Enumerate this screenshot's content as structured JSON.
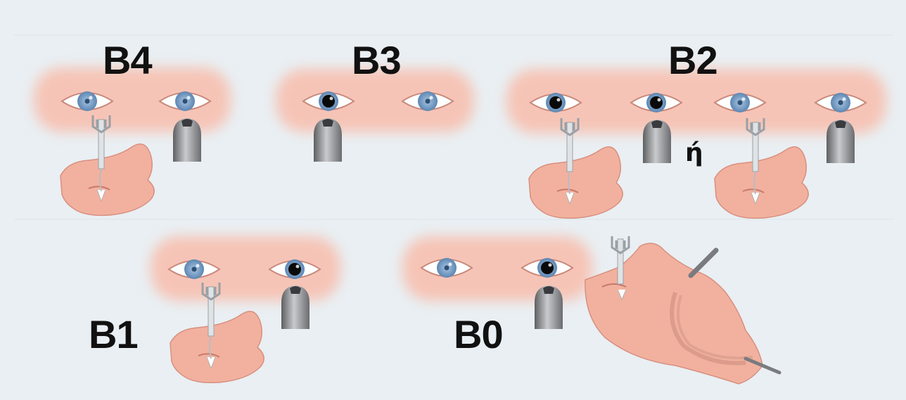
{
  "colors": {
    "background": "#e9eff3",
    "face_band": "#f6c4b6",
    "skin": "#f2b19f",
    "iris": "#7ea5cc",
    "pupil_small": "#2f4f73",
    "pupil_dilated": "#0a0a0a",
    "probe": "#8e8f92"
  },
  "panels": [
    {
      "label": "B4",
      "eyes": [
        "small",
        "small"
      ],
      "probe_side": "right",
      "view": "mouth"
    },
    {
      "label": "B3",
      "eyes": [
        "dilated",
        "small"
      ],
      "probe_side": "left",
      "view": "none"
    },
    {
      "label": "B2",
      "eyes": [
        "dilated",
        "dilated"
      ],
      "probe_side": "right",
      "view": "mouth",
      "connector": "ή",
      "alt_eyes": [
        "small",
        "small"
      ]
    },
    {
      "label": "B1",
      "eyes": [
        "small",
        "dilated"
      ],
      "probe_side": "right",
      "view": "mouth"
    },
    {
      "label": "B0",
      "eyes": [
        "small",
        "dilated"
      ],
      "probe_side": "right",
      "view": "intubated-profile"
    }
  ]
}
